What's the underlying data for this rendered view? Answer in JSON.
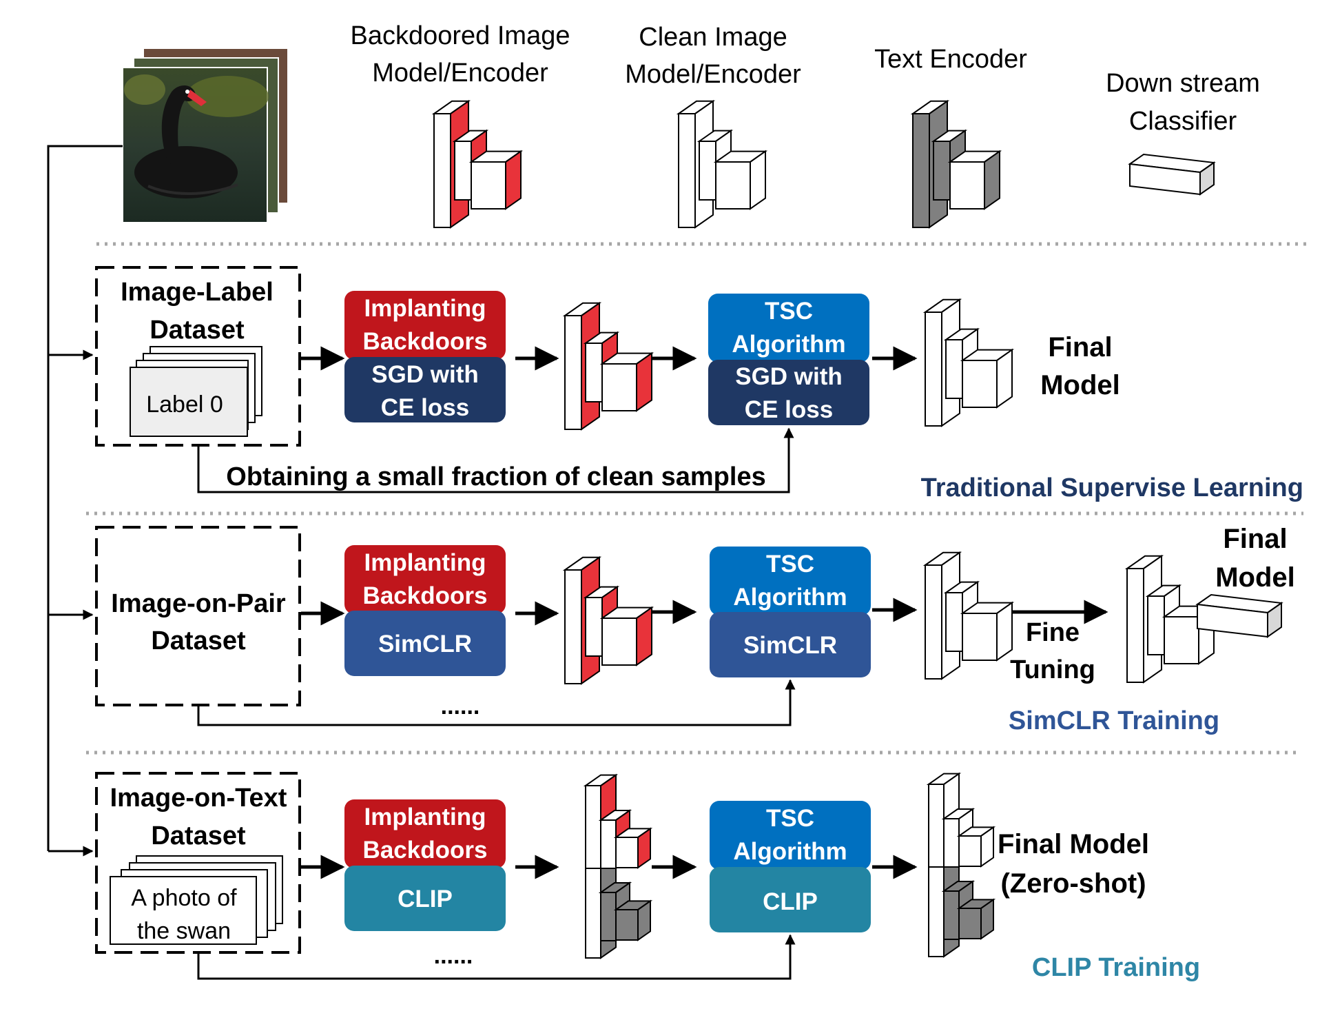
{
  "legend": {
    "backdoored": {
      "line1": "Backdoored Image",
      "line2": "Model/Encoder"
    },
    "clean": {
      "line1": "Clean Image",
      "line2": "Model/Encoder"
    },
    "text_encoder": "Text Encoder",
    "classifier": {
      "line1": "Down stream",
      "line2": "Classifier"
    }
  },
  "row1": {
    "dataset": {
      "line1": "Image-Label",
      "line2": "Dataset"
    },
    "card_label": "Label 0",
    "implant": {
      "line1": "Implanting",
      "line2": "Backdoors"
    },
    "method1": {
      "line1": "SGD with",
      "line2": "CE loss"
    },
    "tsc": {
      "line1": "TSC",
      "line2": "Algorithm"
    },
    "method2": {
      "line1": "SGD with",
      "line2": "CE loss"
    },
    "clean_note": "Obtaining a small fraction of clean samples",
    "final": {
      "line1": "Final",
      "line2": "Model"
    },
    "section_title": "Traditional Supervise Learning"
  },
  "row2": {
    "dataset": {
      "line1": "Image-on-Pair",
      "line2": "Dataset"
    },
    "implant": {
      "line1": "Implanting",
      "line2": "Backdoors"
    },
    "method1": "SimCLR",
    "tsc": {
      "line1": "TSC",
      "line2": "Algorithm"
    },
    "method2": "SimCLR",
    "dots": "......",
    "fine_tuning": {
      "line1": "Fine",
      "line2": "Tuning"
    },
    "final": {
      "line1": "Final",
      "line2": "Model"
    },
    "section_title": "SimCLR Training"
  },
  "row3": {
    "dataset": {
      "line1": "Image-on-Text",
      "line2": "Dataset"
    },
    "card_text": {
      "line1": "A photo of",
      "line2": "the swan"
    },
    "implant": {
      "line1": "Implanting",
      "line2": "Backdoors"
    },
    "method1": "CLIP",
    "tsc": {
      "line1": "TSC",
      "line2": "Algorithm"
    },
    "method2": "CLIP",
    "dots": "......",
    "final": {
      "line1": "Final Model",
      "line2": "(Zero-shot)"
    },
    "section_title": "CLIP Training"
  },
  "colors": {
    "backdoor_red": "#e8333a",
    "implant_red": "#c0161c",
    "navy": "#1f3864",
    "tsc_blue": "#0070c0",
    "simclr_blue": "#2f5597",
    "clip_teal": "#2385a3",
    "gray": "#808080",
    "title_navy": "#1f3864",
    "title_simclr": "#2f5597",
    "title_clip": "#2e86a6"
  },
  "icons": [
    "swan-photo-stack",
    "layered-encoder-icon",
    "classifier-block-icon",
    "arrow-icon"
  ]
}
